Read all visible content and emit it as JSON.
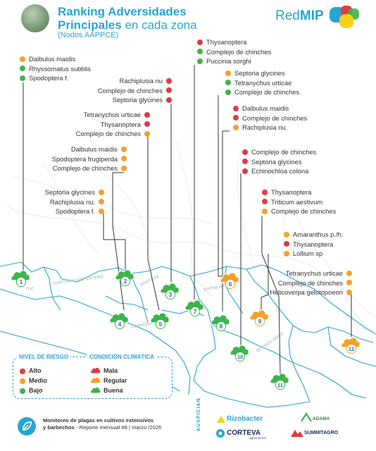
{
  "header": {
    "title_bold_1": "Ranking Adversidades",
    "title_bold_2": "Principales",
    "title_light": "en cada zona",
    "subtitle": "(Nodos AAPPCE)",
    "brand_light": "Red",
    "brand_bold": "MIP"
  },
  "colors": {
    "alto": "#e03a44",
    "medio": "#f5a029",
    "bajo": "#3bb54a",
    "accent": "#2aa4cf",
    "zone_line": "#2aa4cf"
  },
  "zone_groups": [
    {
      "zone": "1",
      "items": [
        {
          "name": "Dalbulus maidis",
          "level": "medio"
        },
        {
          "name": "Rhyssomatus subtilis",
          "level": "bajo"
        },
        {
          "name": "Spodoptera f.",
          "level": "bajo"
        }
      ]
    },
    {
      "zone": "2",
      "items": [
        {
          "name": "Septoria glycines",
          "level": "medio"
        },
        {
          "name": "Rachiplusia nu.",
          "level": "medio"
        },
        {
          "name": "Spodoptera f.",
          "level": "medio"
        }
      ]
    },
    {
      "zone": "3",
      "items": [
        {
          "name": "Rachiplusia nu",
          "level": "alto"
        },
        {
          "name": "Complejo de chinches",
          "level": "alto"
        },
        {
          "name": "Septoria glycines",
          "level": "alto"
        }
      ]
    },
    {
      "zone": "4",
      "items": [
        {
          "name": "Dalbulus maidis",
          "level": "medio"
        },
        {
          "name": "Spodoptera frugiperda",
          "level": "medio"
        },
        {
          "name": "Complejo de chinches",
          "level": "medio"
        }
      ]
    },
    {
      "zone": "5",
      "items": [
        {
          "name": "Tetranychus urticae",
          "level": "alto"
        },
        {
          "name": "Thysanoptera",
          "level": "alto"
        },
        {
          "name": "Complejo de chinches",
          "level": "medio"
        }
      ]
    },
    {
      "zone": "6",
      "items": [
        {
          "name": "Septoria glycines",
          "level": "medio"
        },
        {
          "name": "Tetranychus urticae",
          "level": "bajo"
        },
        {
          "name": "Complejo de chinches",
          "level": "bajo"
        }
      ]
    },
    {
      "zone": "7",
      "items": [
        {
          "name": "Thysanoptera",
          "level": "alto"
        },
        {
          "name": "Complejo de chinches",
          "level": "bajo"
        },
        {
          "name": "Puccinia sorghi",
          "level": "bajo"
        }
      ]
    },
    {
      "zone": "8",
      "items": [
        {
          "name": "Dalbulus maidis",
          "level": "alto"
        },
        {
          "name": "Complejo de chinches",
          "level": "alto"
        },
        {
          "name": "Rachiplusia nu.",
          "level": "medio"
        }
      ]
    },
    {
      "zone": "9",
      "items": [
        {
          "name": "Amaranthus p./h.",
          "level": "medio"
        },
        {
          "name": "Thysanoptera",
          "level": "alto"
        },
        {
          "name": "Lollium sp",
          "level": "medio"
        }
      ]
    },
    {
      "zone": "10",
      "items": [
        {
          "name": "Complejo de chinches",
          "level": "alto"
        },
        {
          "name": "Septoria glycines",
          "level": "alto"
        },
        {
          "name": "Echinochloa colona",
          "level": "alto"
        }
      ]
    },
    {
      "zone": "11",
      "items": [
        {
          "name": "Thysanoptera",
          "level": "alto"
        },
        {
          "name": "Triticum aestivum",
          "level": "alto"
        },
        {
          "name": "Complejo de chinches",
          "level": "medio"
        }
      ]
    },
    {
      "zone": "12",
      "items": [
        {
          "name": "Tetranychus urticae",
          "level": "medio"
        },
        {
          "name": "Complejo de chinches",
          "level": "medio"
        },
        {
          "name": "Helicoverpa gelotopoeon",
          "level": "medio"
        }
      ]
    }
  ],
  "zones": [
    {
      "id": "1",
      "climate": "bajo"
    },
    {
      "id": "2",
      "climate": "bajo"
    },
    {
      "id": "3",
      "climate": "bajo"
    },
    {
      "id": "4",
      "climate": "bajo"
    },
    {
      "id": "5",
      "climate": "bajo"
    },
    {
      "id": "6",
      "climate": "medio"
    },
    {
      "id": "7",
      "climate": "bajo"
    },
    {
      "id": "8",
      "climate": "bajo"
    },
    {
      "id": "9",
      "climate": "medio"
    },
    {
      "id": "10",
      "climate": "bajo"
    },
    {
      "id": "11",
      "climate": "bajo"
    },
    {
      "id": "12",
      "climate": "medio"
    }
  ],
  "provinces": [
    "TUC",
    "SANTIAGO DEL ESTERO",
    "SANTA FE",
    "CORDOBA",
    "ENTRE RIOS",
    "BUENOS AIRES"
  ],
  "legend": {
    "risk_title": "NIVEL DE RIESGO",
    "climate_title": "CONDICIÓN CLIMÁTICA",
    "risk": [
      {
        "label": "Alto",
        "level": "alto"
      },
      {
        "label": "Medio",
        "level": "medio"
      },
      {
        "label": "Bajo",
        "level": "bajo"
      }
    ],
    "climate": [
      {
        "label": "Mala",
        "level": "alto"
      },
      {
        "label": "Regular",
        "level": "medio"
      },
      {
        "label": "Buena",
        "level": "bajo"
      }
    ]
  },
  "footer": {
    "line1": "Monitoreo de plagas en cultivos extensivos",
    "line2_bold": "y barbechos",
    "line2_rest": " - Reporte mensual #8 | marzo /2026",
    "auspician": "AUSPICIAN",
    "sponsors": [
      "Rizobacter",
      "ADAMA",
      "CORTEVA",
      "SUMMITAGRO"
    ],
    "corteva_sub": "agriscience"
  }
}
